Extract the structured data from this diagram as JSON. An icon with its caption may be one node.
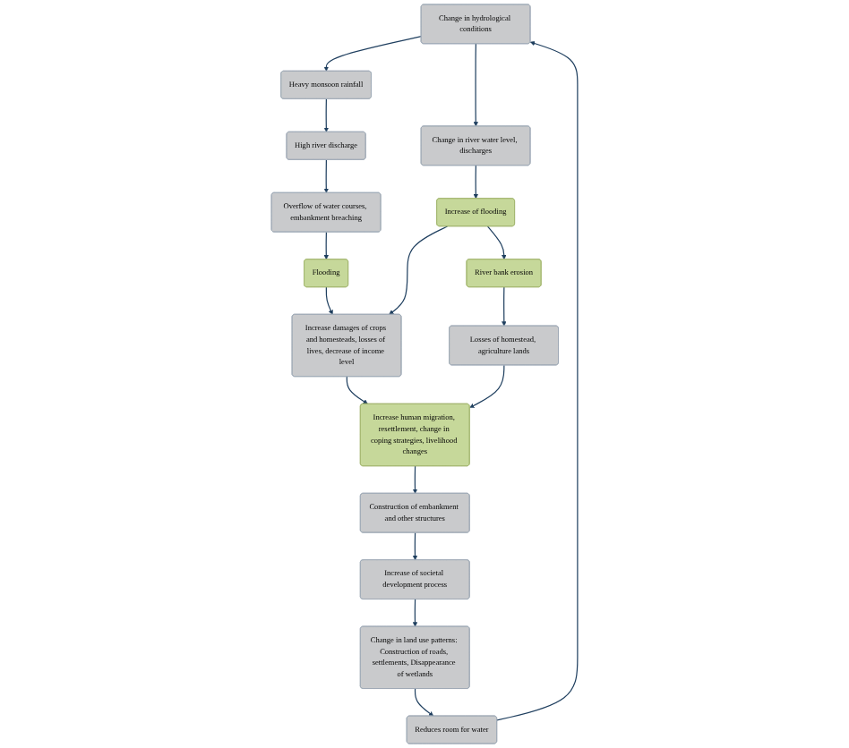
{
  "diagram": {
    "nodes": [
      {
        "text": [
          "Change in hydrological conditions"
        ]
      },
      {
        "text": [
          "Heavy monsoon rainfall"
        ]
      },
      {
        "text": [
          "Change in river water level, discharges"
        ]
      },
      {
        "text": [
          "High river discharge"
        ]
      },
      {
        "text": [
          "Overflow of water courses, embankment breaching"
        ]
      },
      {
        "text": [
          "Flooding"
        ]
      },
      {
        "text": [
          "Increase damages of crops and homesteads, losses of lives, decrease of income level"
        ]
      },
      {
        "text": [
          "Increase of flooding"
        ]
      },
      {
        "text": [
          "River bank erosion"
        ]
      },
      {
        "text": [
          "Losses of homestead, agriculture lands"
        ]
      },
      {
        "text": [
          "Increase human migration, resettlement, change in coping strategies, livelihood changes"
        ]
      },
      {
        "text": [
          "Construction of embankment and other structures"
        ]
      },
      {
        "text": [
          "Increase of societal development process"
        ]
      },
      {
        "text": [
          "Change in land use patterns: Construction of roads, settlements, Disappearance of wetlands"
        ]
      },
      {
        "text": [
          "Reduces room for water"
        ]
      }
    ],
    "edges": [
      {
        "from": 0,
        "to": 1,
        "arrow": "to"
      },
      {
        "from": 0,
        "to": 2,
        "arrow": "to"
      },
      {
        "from": 1,
        "to": 3,
        "arrow": "to"
      },
      {
        "from": 3,
        "to": 4,
        "arrow": "to"
      },
      {
        "from": 4,
        "to": 5,
        "arrow": "to"
      },
      {
        "from": 5,
        "to": 6,
        "arrow": "to"
      },
      {
        "from": 2,
        "to": 7,
        "arrow": "to"
      },
      {
        "from": 7,
        "to": 6,
        "arrow": "to"
      },
      {
        "from": 7,
        "to": 8,
        "arrow": "to"
      },
      {
        "from": 8,
        "to": 9,
        "arrow": "to"
      },
      {
        "from": 6,
        "to": 10,
        "arrow": "to"
      },
      {
        "from": 9,
        "to": 10,
        "arrow": "to"
      },
      {
        "from": 10,
        "to": 11,
        "arrow": "to"
      },
      {
        "from": 11,
        "to": 12,
        "arrow": "to"
      },
      {
        "from": 12,
        "to": 13,
        "arrow": "to"
      },
      {
        "from": 13,
        "to": 14,
        "arrow": "to"
      },
      {
        "from": 14,
        "to": 0,
        "arrow": "to"
      }
    ]
  }
}
